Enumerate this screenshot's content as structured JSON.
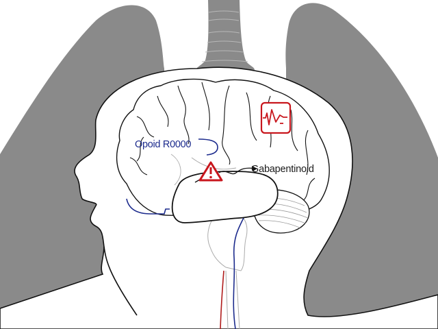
{
  "diagram": {
    "subject": "Head and brain anatomy over lungs silhouette",
    "labels": {
      "opioid": "Opoid R0000",
      "gabapentinoid": "Gabapentinoid"
    },
    "icons": {
      "warning": "warning-triangle-icon",
      "heart_monitor": "ecg-waveform-icon"
    },
    "colors": {
      "background": "#ffffff",
      "lungs": "#8a8a8a",
      "outline": "#111111",
      "opioid_blue": "#1b2a8c",
      "alert_red": "#c8161d",
      "gabapentinoid_text": "#1a1a1a",
      "artery_red": "#b01c1c",
      "vein_blue": "#1b2a8c"
    }
  }
}
